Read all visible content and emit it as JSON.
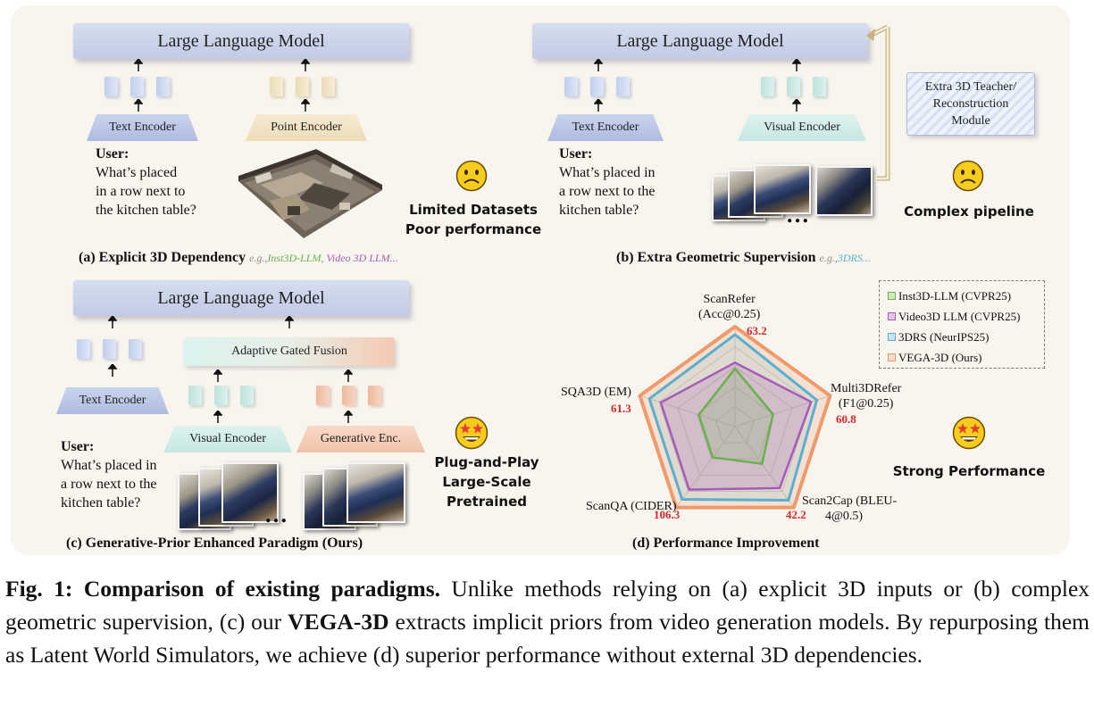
{
  "panel_a": {
    "llm_label": "Large Language Model",
    "text_encoder_label": "Text Encoder",
    "point_encoder_label": "Point Encoder",
    "user_label": "User:",
    "question": "What’s placed in a row next to the kitchen table?",
    "question_lines": [
      "What’s placed",
      "in a row next to",
      "the kitchen table?"
    ],
    "caption": "(a) Explicit 3D Dependency",
    "examples_prefix": "e.g.,",
    "examples": [
      "Inst3D-LLM,",
      "Video 3D LLM..."
    ],
    "verdict_lines": [
      "Limited Datasets",
      "Poor performance"
    ],
    "emoji": "sad-face-icon"
  },
  "panel_b": {
    "llm_label": "Large Language Model",
    "text_encoder_label": "Text Encoder",
    "visual_encoder_label": "Visual Encoder",
    "teacher_lines": [
      "Extra 3D Teacher/",
      "Reconstruction",
      "Module"
    ],
    "user_label": "User:",
    "question_lines": [
      "What’s placed in",
      "a row next to the",
      "kitchen table?"
    ],
    "caption": "(b) Extra Geometric Supervision",
    "examples_prefix": "e.g.,",
    "examples": [
      "3DRS..."
    ],
    "verdict": "Complex pipeline",
    "emoji": "sad-face-icon"
  },
  "panel_c": {
    "llm_label": "Large Language Model",
    "fusion_label": "Adaptive Gated Fusion",
    "text_encoder_label": "Text Encoder",
    "visual_encoder_label": "Visual Encoder",
    "generative_encoder_label": "Generative Enc.",
    "user_label": "User:",
    "question_lines": [
      "What’s placed in",
      "a row next to the",
      "kitchen table?"
    ],
    "caption": "(c) Generative-Prior Enhanced Paradigm (Ours)",
    "verdict_lines": [
      "Plug-and-Play",
      "Large-Scale Pretrained"
    ],
    "emoji": "star-struck-face-icon"
  },
  "panel_d": {
    "caption": "(d) Performance Improvement",
    "verdict": "Strong Performance",
    "emoji": "star-struck-face-icon"
  },
  "chart_data": {
    "type": "radar",
    "axes": [
      {
        "label_lines": [
          "ScanRefer",
          "(Acc@0.25)"
        ],
        "best_value": "63.2"
      },
      {
        "label_lines": [
          "Multi3DRefer",
          "(F1@0.25)"
        ],
        "best_value": "60.8"
      },
      {
        "label_lines": [
          "Scan2Cap (BLEU-",
          "4@0.5)"
        ],
        "best_value": "42.2"
      },
      {
        "label_lines": [
          "ScanQA (CIDER)"
        ],
        "best_value": "106.3"
      },
      {
        "label_lines": [
          "SQA3D (EM)"
        ],
        "best_value": "61.3"
      }
    ],
    "grid_levels": [
      0.2,
      0.4,
      0.6,
      0.8,
      1.0
    ],
    "series": [
      {
        "name": "Inst3D-LLM (CVPR25)",
        "color": "#6ab04c",
        "values": [
          0.58,
          0.4,
          0.46,
          0.38,
          0.38
        ]
      },
      {
        "name": "Video3D LLM (CVPR25)",
        "color": "#a45cb8",
        "values": [
          0.64,
          0.8,
          0.76,
          0.78,
          0.78
        ]
      },
      {
        "name": "3DRS (NeurIPS25)",
        "color": "#5aaed0",
        "values": [
          0.92,
          0.86,
          0.91,
          0.9,
          0.9
        ]
      },
      {
        "name": "VEGA-3D (Ours)",
        "color": "#ee9a6c",
        "values": [
          1.0,
          1.0,
          1.0,
          1.0,
          1.0
        ]
      }
    ]
  },
  "figure_caption": {
    "lead": "Fig. 1: Comparison of existing paradigms.",
    "text1": " Unlike methods relying on (a) explicit 3D inputs or (b) complex geometric supervision, (c) our ",
    "method": "VEGA-3D",
    "text2": " extracts implicit priors from video generation models. By repurposing them as Latent World Simulators, we achieve (d) superior performance without external 3D dependencies."
  }
}
